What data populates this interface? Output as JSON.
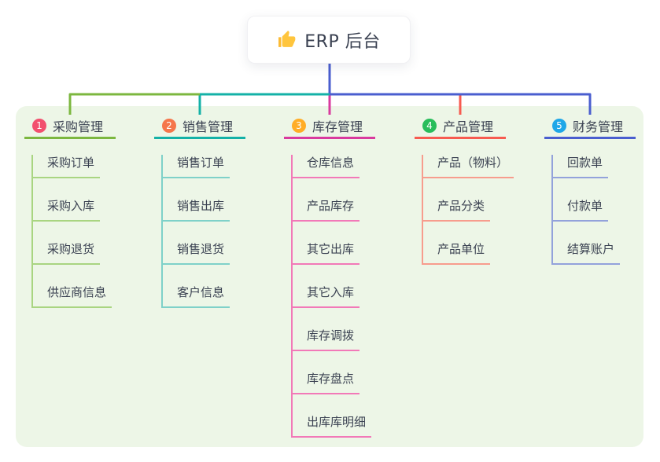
{
  "canvas": {
    "page_bg": "#FFFFFF",
    "panel_bg": "#EDF6E7"
  },
  "root": {
    "label": "ERP 后台",
    "icon": "thumbs-up-icon",
    "icon_color": "#FFC53D",
    "text_color": "#3B4252"
  },
  "branches": [
    {
      "badge": "1",
      "label": "采购管理",
      "badge_color": "#F2506E",
      "line_color": "#7CB73F",
      "child_line_color": "#A9D581",
      "children": [
        "采购订单",
        "采购入库",
        "采购退货",
        "供应商信息"
      ]
    },
    {
      "badge": "2",
      "label": "销售管理",
      "badge_color": "#F5764B",
      "line_color": "#14B1A7",
      "child_line_color": "#7FD1C9",
      "children": [
        "销售订单",
        "销售出库",
        "销售退货",
        "客户信息"
      ]
    },
    {
      "badge": "3",
      "label": "库存管理",
      "badge_color": "#FFAD26",
      "line_color": "#D93A9E",
      "child_line_color": "#F279B8",
      "children": [
        "仓库信息",
        "产品库存",
        "其它出库",
        "其它入库",
        "库存调拨",
        "库存盘点",
        "出库库明细"
      ]
    },
    {
      "badge": "4",
      "label": "产品管理",
      "badge_color": "#28BD5B",
      "line_color": "#F75B50",
      "child_line_color": "#F79C8D",
      "children": [
        "产品（物料）",
        "产品分类",
        "产品单位"
      ]
    },
    {
      "badge": "5",
      "label": "财务管理",
      "badge_color": "#1FA7E8",
      "line_color": "#4A5ECF",
      "child_line_color": "#93A2DB",
      "children": [
        "回款单",
        "付款单",
        "结算账户"
      ]
    }
  ]
}
